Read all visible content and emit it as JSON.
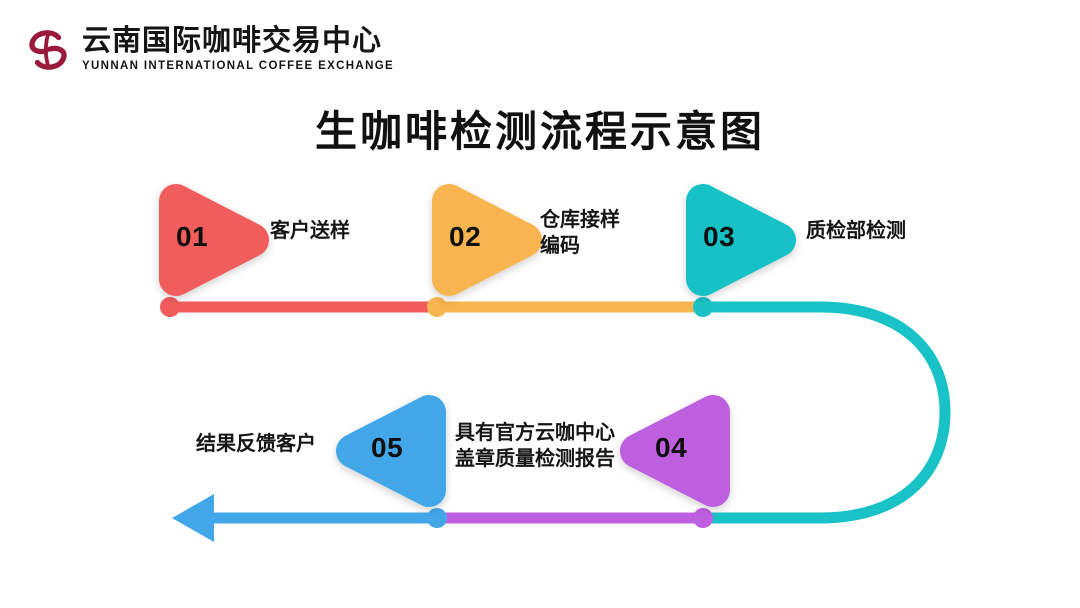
{
  "background_color": "#ffffff",
  "logo": {
    "mark_name": "yunnan-coffee-exchange-logo-mark",
    "mark_color": "#9B1A3C",
    "name_cn": "云南国际咖啡交易中心",
    "name_en": "YUNNAN INTERNATIONAL COFFEE EXCHANGE"
  },
  "title": "生咖啡检测流程示意图",
  "diagram": {
    "type": "process-flow",
    "direction": "left-to-right then U-turn right-to-left",
    "steps": [
      {
        "number": "01",
        "label": "客户送样",
        "color": "#F15B5B",
        "marker_shape": "triangle-right",
        "label_side": "right"
      },
      {
        "number": "02",
        "label": "仓库接样\n编码",
        "color": "#F7B450",
        "marker_shape": "triangle-right",
        "label_side": "right"
      },
      {
        "number": "03",
        "label": "质检部检测",
        "color": "#19C2C6",
        "marker_shape": "triangle-right",
        "label_side": "right"
      },
      {
        "number": "04",
        "label": "具有官方云咖中心\n盖章质量检测报告",
        "color": "#BE5EE0",
        "marker_shape": "triangle-left",
        "label_side": "left"
      },
      {
        "number": "05",
        "label": "结果反馈客户",
        "color": "#42A7E8",
        "marker_shape": "triangle-left",
        "label_side": "left"
      }
    ],
    "connector": {
      "segments": [
        {
          "name": "segment-01-red",
          "color": "#F15B5B"
        },
        {
          "name": "segment-02-orange",
          "color": "#F7B450"
        },
        {
          "name": "segment-03-teal",
          "color": "#19C2C6"
        },
        {
          "name": "segment-04-purple",
          "color": "#BE5EE0"
        },
        {
          "name": "segment-05-blue",
          "color": "#42A7E8"
        }
      ],
      "end_arrow": {
        "name": "flow-end-arrow",
        "direction": "left",
        "color": "#42A7E8"
      }
    }
  }
}
